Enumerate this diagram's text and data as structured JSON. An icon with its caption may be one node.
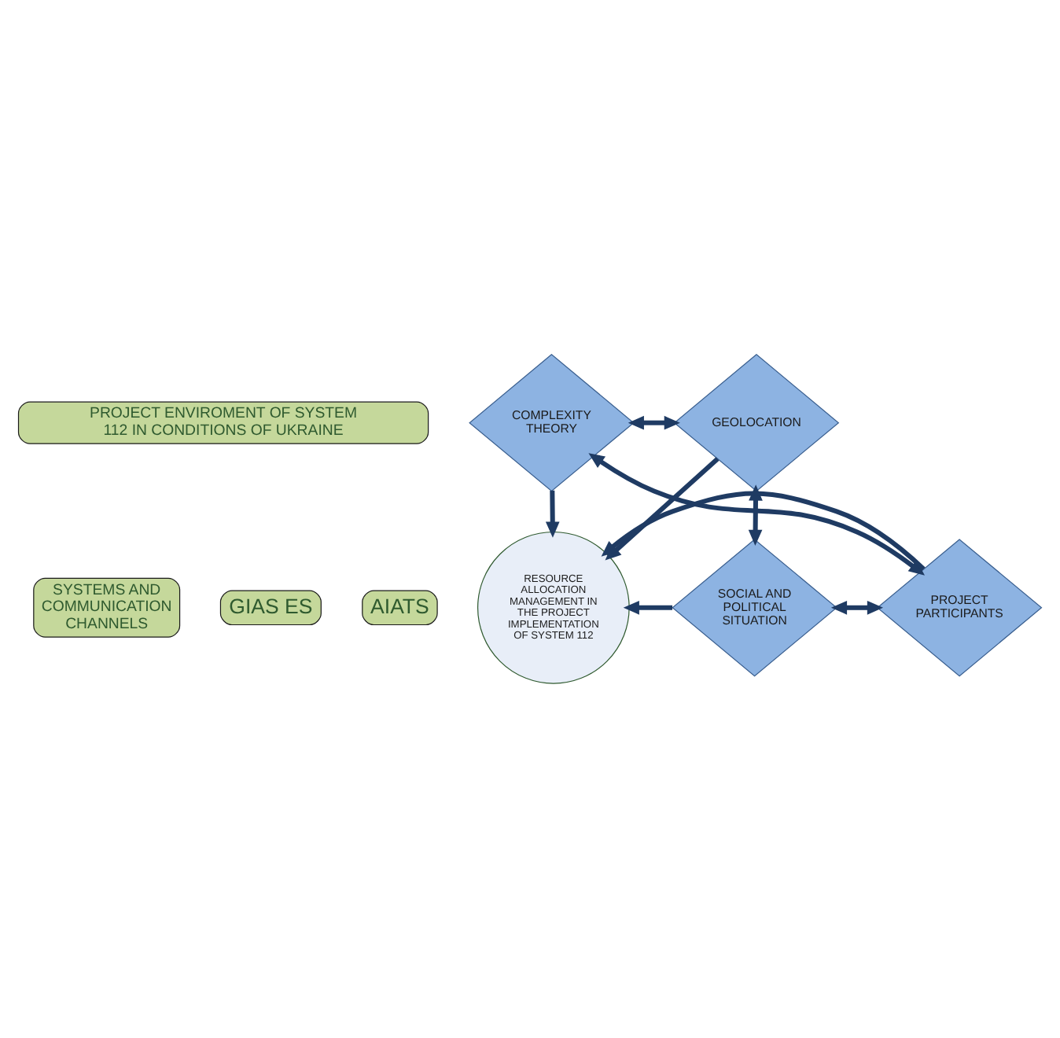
{
  "diagram": {
    "nodes": [
      {
        "text": [
          "PROJECT ENVIROMENT OF SYSTEM 112 IN CONDITIONS OF UKRAINE"
        ]
      },
      {
        "text": [
          "SYSTEMS AND COMMUNICATION CHANNELS"
        ]
      },
      {
        "text": [
          "GIAS ES"
        ]
      },
      {
        "text": [
          "AIATS"
        ]
      },
      {
        "text": [
          "COMPLEXITY THEORY"
        ]
      },
      {
        "text": [
          "GEOLOCATION"
        ]
      },
      {
        "text": [
          "RESOURCE ALLOCATION MANAGEMENT IN THE PROJECT IMPLEMENTATION OF SYSTEM 112"
        ]
      },
      {
        "text": [
          "PROJECT PARTICIPANTS"
        ]
      },
      {
        "text": [
          "SOCIAL AND POLITICAL SITUATION"
        ]
      }
    ],
    "edges": [
      {
        "from": 4,
        "to": 5,
        "arrow": "both"
      },
      {
        "from": 5,
        "to": 8,
        "arrow": "both"
      },
      {
        "from": 8,
        "to": 7,
        "arrow": "both"
      },
      {
        "from": 7,
        "to": 4,
        "arrow": "both"
      },
      {
        "from": 4,
        "to": 6,
        "arrow": "to"
      },
      {
        "from": 5,
        "to": 6,
        "arrow": "to"
      },
      {
        "from": 7,
        "to": 6,
        "arrow": "to"
      },
      {
        "from": 8,
        "to": 6,
        "arrow": "to"
      }
    ]
  }
}
